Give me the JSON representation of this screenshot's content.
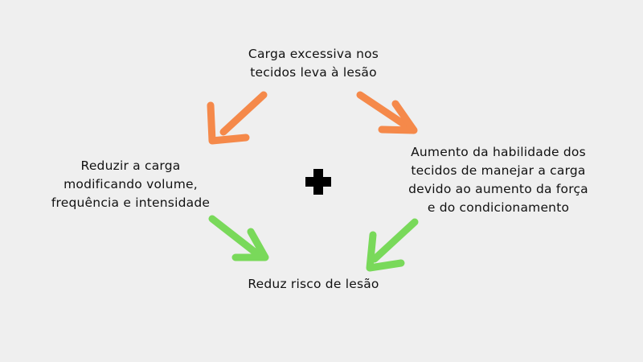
{
  "diagram": {
    "top": {
      "lines": [
        "Carga excessiva nos",
        "tecidos leva à lesão"
      ]
    },
    "left": {
      "lines": [
        "Reduzir a carga",
        "modificando volume,",
        "frequência e intensidade"
      ]
    },
    "right": {
      "lines": [
        "Aumento da habilidade dos",
        "tecidos de manejar a carga",
        "devido ao aumento da força",
        "e do condicionamento"
      ]
    },
    "bottom": {
      "lines": [
        "Reduz risco de lesão"
      ]
    },
    "center_symbol": "plus",
    "colors": {
      "background": "#efefef",
      "text": "#111111",
      "arrow_top": "#f5894a",
      "arrow_bottom": "#79d95a",
      "plus": "#000000"
    }
  }
}
